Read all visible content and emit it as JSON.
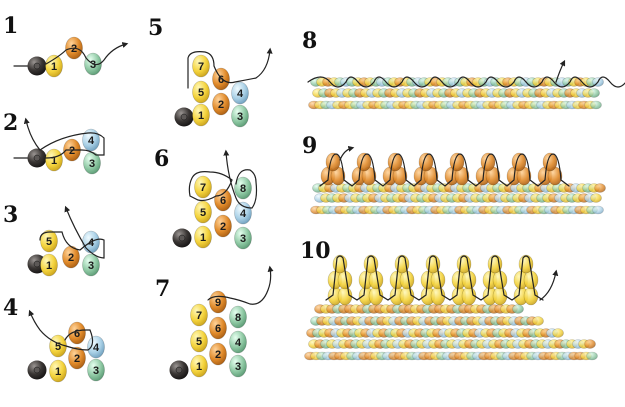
{
  "steps": [
    {
      "label": "1",
      "beads": [
        "1",
        "2",
        "3"
      ]
    },
    {
      "label": "2",
      "beads": [
        "1",
        "2",
        "3",
        "4"
      ]
    },
    {
      "label": "3",
      "beads": [
        "1",
        "2",
        "3",
        "4",
        "5"
      ]
    },
    {
      "label": "4",
      "beads": [
        "1",
        "2",
        "3",
        "4",
        "5",
        "6"
      ]
    },
    {
      "label": "5",
      "beads": [
        "1",
        "2",
        "3",
        "4",
        "5",
        "6",
        "7"
      ]
    },
    {
      "label": "6",
      "beads": [
        "1",
        "2",
        "3",
        "4",
        "5",
        "6",
        "7",
        "8"
      ]
    },
    {
      "label": "7",
      "beads": [
        "1",
        "2",
        "3",
        "4",
        "5",
        "6",
        "7",
        "8",
        "9"
      ]
    },
    {
      "label": "8"
    },
    {
      "label": "9"
    },
    {
      "label": "10"
    }
  ],
  "colors": {
    "yellow": "#f4d33c",
    "orange": "#e08a2a",
    "green": "#8fc9a4",
    "blue": "#a9d0e6",
    "stopper": "#3a3634",
    "thread": "#222222"
  }
}
